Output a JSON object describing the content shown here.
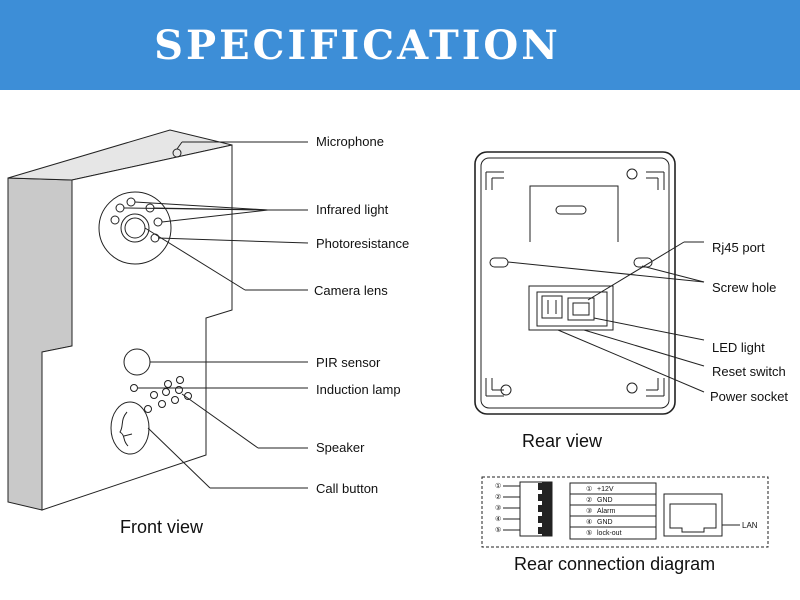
{
  "banner": {
    "title": "SPECIFICATION",
    "color": "#3d8ed7"
  },
  "front": {
    "caption": "Front view",
    "labels": {
      "microphone": "Microphone",
      "infrared": "Infrared light",
      "photoresistance": "Photoresistance",
      "camera_lens": "Camera lens",
      "pir": "PIR sensor",
      "induction": "Induction lamp",
      "speaker": "Speaker",
      "call_button": "Call button"
    }
  },
  "rear": {
    "caption": "Rear view",
    "labels": {
      "rj45": "Rj45 port",
      "screw_hole": "Screw hole",
      "led": "LED light",
      "reset": "Reset switch",
      "power": "Power socket"
    }
  },
  "connection": {
    "caption": "Rear connection diagram",
    "pins": [
      {
        "num": "①",
        "name": "+12V"
      },
      {
        "num": "②",
        "name": "GND"
      },
      {
        "num": "③",
        "name": "Alarm"
      },
      {
        "num": "④",
        "name": "GND"
      },
      {
        "num": "⑤",
        "name": "lock-out"
      }
    ],
    "left_nums": [
      "①",
      "②",
      "③",
      "④",
      "⑤"
    ],
    "lan": "LAN"
  }
}
